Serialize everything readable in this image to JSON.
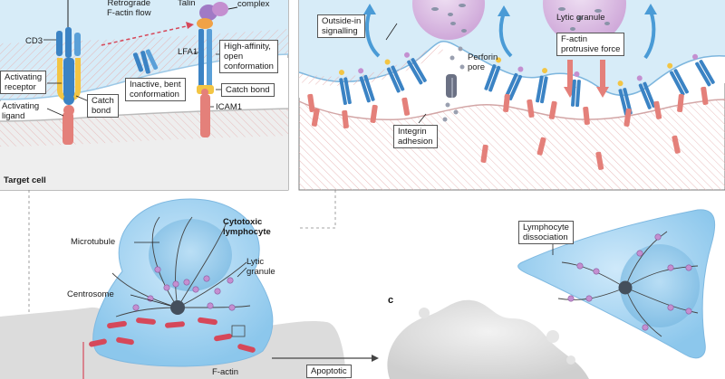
{
  "panel_a": {
    "labels": {
      "retrograde": "Retrograde\nF-actin flow",
      "talin": "Talin",
      "complex": "complex",
      "cd3": "CD3",
      "lfa1": "LFA1",
      "activating_receptor": "Activating\nreceptor",
      "activating_ligand": "Activating\nligand",
      "catch_bond_left": "Catch\nbond",
      "inactive_bent": "Inactive, bent\nconformation",
      "high_affinity": "High-affinity,\nopen\nconformation",
      "catch_bond_right": "Catch bond",
      "icam1": "ICAM1",
      "target_cell": "Target cell"
    }
  },
  "panel_b": {
    "labels": {
      "outside_in": "Outside-in\nsignalling",
      "lytic_granule": "Lytic granule",
      "perforin_pore": "Perforin\npore",
      "factin_force": "F-actin\nprotrusive force",
      "integrin_adhesion": "Integrin\nadhesion"
    }
  },
  "panel_lower": {
    "labels": {
      "cytotoxic": "Cytotoxic\nlymphocyte",
      "microtubule": "Microtubule",
      "lytic_granule": "Lytic\ngranule",
      "centrosome": "Centrosome",
      "factin": "F-actin",
      "apoptotic": "Apoptotic",
      "lymphocyte_dissociation": "Lymphocyte\ndissociation",
      "panel_c": "c"
    }
  },
  "colors": {
    "membrane_blue": "#d7ecf8",
    "lymphocyte": "#a9d6f2",
    "target_gray": "#dcdcdc",
    "receptor_blue": "#3b83c4",
    "ligand_red": "#e4807a",
    "granule_purple": "#c48fd0",
    "catch_yellow": "#f3c544",
    "arrow_blue": "#4a9bd6"
  }
}
